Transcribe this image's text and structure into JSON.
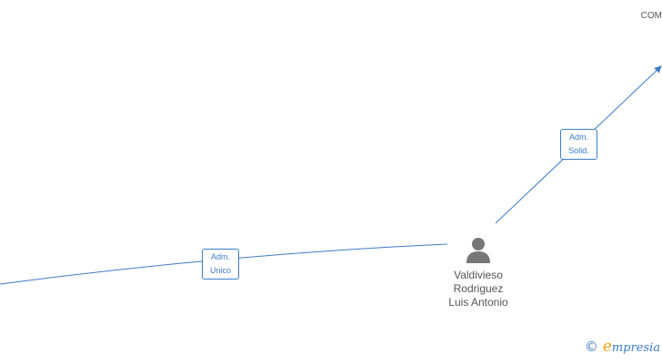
{
  "colors": {
    "edge": "#3d7cc9",
    "text": "#555555",
    "person_icon": "#777777",
    "brand_accent": "#f2a31a"
  },
  "company_node": {
    "label": "COM"
  },
  "person_node": {
    "name_lines": [
      "Valdivieso",
      "Rodriguez",
      "Luis Antonio"
    ],
    "icon": "person-icon"
  },
  "edges": {
    "to_company": {
      "label_lines": [
        "Adm.",
        "Solid."
      ]
    },
    "from_left": {
      "label_lines": [
        "Adm.",
        "Unico"
      ]
    }
  },
  "brand": {
    "copyright_symbol": "©",
    "initial": "e",
    "rest": "mpresia"
  }
}
